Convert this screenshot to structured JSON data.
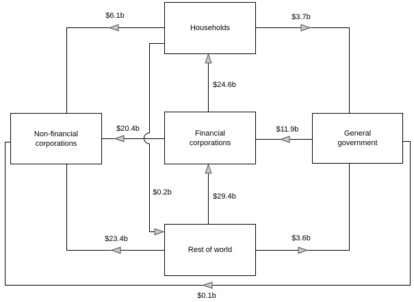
{
  "diagram": {
    "type": "sector-flow-diagram",
    "background_color": "#ffffff",
    "line_color": "#000000",
    "arrowhead_fill": "#c9c9c9",
    "arrowhead_stroke": "#4d4d4d",
    "nodes": [
      {
        "id": "households",
        "label": "Households"
      },
      {
        "id": "non-financial-corporations",
        "label": "Non-financial corporations"
      },
      {
        "id": "financial-corporations",
        "label": "Financial corporations"
      },
      {
        "id": "general-government",
        "label": "General government"
      },
      {
        "id": "rest-of-world",
        "label": "Rest of world"
      }
    ],
    "flows": [
      {
        "from": "Households",
        "to": "Non-financial corporations",
        "value": "$6.1b"
      },
      {
        "from": "Households",
        "to": "General government",
        "value": "$3.7b"
      },
      {
        "from": "Financial corporations",
        "to": "Households",
        "value": "$24.6b"
      },
      {
        "from": "Financial corporations",
        "to": "Non-financial corporations",
        "value": "$20.4b"
      },
      {
        "from": "General government",
        "to": "Financial corporations",
        "value": "$11.9b"
      },
      {
        "from": "Households",
        "to": "Rest of world",
        "value": "$0.2b"
      },
      {
        "from": "Rest of world",
        "to": "Financial corporations",
        "value": "$29.4b"
      },
      {
        "from": "Rest of world",
        "to": "Non-financial corporations",
        "value": "$23.4b"
      },
      {
        "from": "Rest of world",
        "to": "General government",
        "value": "$3.6b"
      },
      {
        "from": "General government",
        "to": "Non-financial corporations",
        "value": "$0.1b"
      }
    ]
  }
}
